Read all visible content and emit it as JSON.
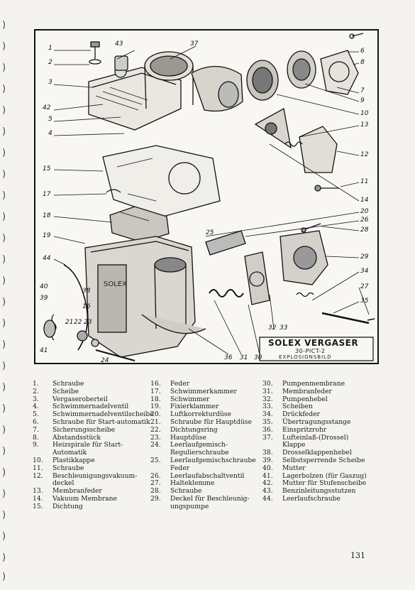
{
  "page_number": "131",
  "diagram": {
    "title_line1": "SOLEX VERGASER",
    "title_line2": "30-PICT-2",
    "title_line3": "EXPLOSIONSBILD",
    "stamp_text": "SOLEX",
    "callouts": [
      "1",
      "2",
      "3",
      "42",
      "5",
      "4",
      "15",
      "17",
      "18",
      "19",
      "44",
      "40",
      "39",
      "41",
      "38",
      "16",
      "22",
      "21",
      "23",
      "24",
      "43",
      "37",
      "6",
      "8",
      "7",
      "9",
      "10",
      "13",
      "12",
      "11",
      "14",
      "20",
      "26",
      "28",
      "25",
      "29",
      "34",
      "27",
      "35",
      "32",
      "33",
      "36",
      "31",
      "30"
    ]
  },
  "legend": {
    "col1": [
      {
        "n": "1.",
        "t": "Schraube"
      },
      {
        "n": "2.",
        "t": "Scheibe"
      },
      {
        "n": "3.",
        "t": "Vergaseroberteil"
      },
      {
        "n": "4.",
        "t": "Schwimmernadelventil"
      },
      {
        "n": "5.",
        "t": "Schwimmernadelventilscheibe"
      },
      {
        "n": "6.",
        "t": "Schraube für Start-automatik"
      },
      {
        "n": "7.",
        "t": "Sicherungsscheibe"
      },
      {
        "n": "8.",
        "t": "Abstandsstück"
      },
      {
        "n": "9.",
        "t": "Heizspirale für Start-",
        "c": "Automatik"
      },
      {
        "n": "10.",
        "t": "Plastikkappe"
      },
      {
        "n": "11.",
        "t": "Schraube"
      },
      {
        "n": "12.",
        "t": "Beschleunigungsvakuum-",
        "c": "deckel"
      },
      {
        "n": "13.",
        "t": "Membranfeder"
      },
      {
        "n": "14.",
        "t": "Vakuum Membrane"
      },
      {
        "n": "15.",
        "t": "Dichtung"
      }
    ],
    "col2": [
      {
        "n": "16.",
        "t": "Feder"
      },
      {
        "n": "17.",
        "t": "Schwimmerkammer"
      },
      {
        "n": "18.",
        "t": "Schwimmer"
      },
      {
        "n": "19.",
        "t": "Fixierklammer"
      },
      {
        "n": "20.",
        "t": "Luftkorrekturdüse"
      },
      {
        "n": "21.",
        "t": "Schraube für Hauptdüse"
      },
      {
        "n": "22.",
        "t": "Dichtungsring"
      },
      {
        "n": "23.",
        "t": "Hauptdüse"
      },
      {
        "n": "24.",
        "t": "Leerlaufgemisch-",
        "c": "Regulierschraube"
      },
      {
        "n": "25.",
        "t": "Leerlaufgemischschraube",
        "c": "Feder"
      },
      {
        "n": "26.",
        "t": "Leerlaufabschaltventil"
      },
      {
        "n": "27.",
        "t": "Halteklemme"
      },
      {
        "n": "28.",
        "t": "Schraube"
      },
      {
        "n": "29.",
        "t": "Deckel für Beschleunig-",
        "c": "ungspumpe"
      }
    ],
    "col3": [
      {
        "n": "30.",
        "t": "Pumpenmembrane"
      },
      {
        "n": "31.",
        "t": "Membranfeder"
      },
      {
        "n": "32.",
        "t": "Pumpenhebel"
      },
      {
        "n": "33.",
        "t": "Scheiben"
      },
      {
        "n": "34.",
        "t": "Drückfeder"
      },
      {
        "n": "35.",
        "t": "Übertragungsstange"
      },
      {
        "n": "36.",
        "t": "Einspritzrohr"
      },
      {
        "n": "37.",
        "t": "Lufteinlaß-(Drossel)",
        "c": "Klappe"
      },
      {
        "n": "38.",
        "t": "Drosselklappenhebel"
      },
      {
        "n": "39.",
        "t": "Selbstsperrende Scheibe"
      },
      {
        "n": "40.",
        "t": "Mutter"
      },
      {
        "n": "41.",
        "t": "Lagerbolzen (für Gaszug)"
      },
      {
        "n": "42.",
        "t": "Mutter für Stufenscheibe"
      },
      {
        "n": "43.",
        "t": "Benzinleitungsstutzen"
      },
      {
        "n": "44.",
        "t": "Leerlaufschraube"
      }
    ]
  }
}
